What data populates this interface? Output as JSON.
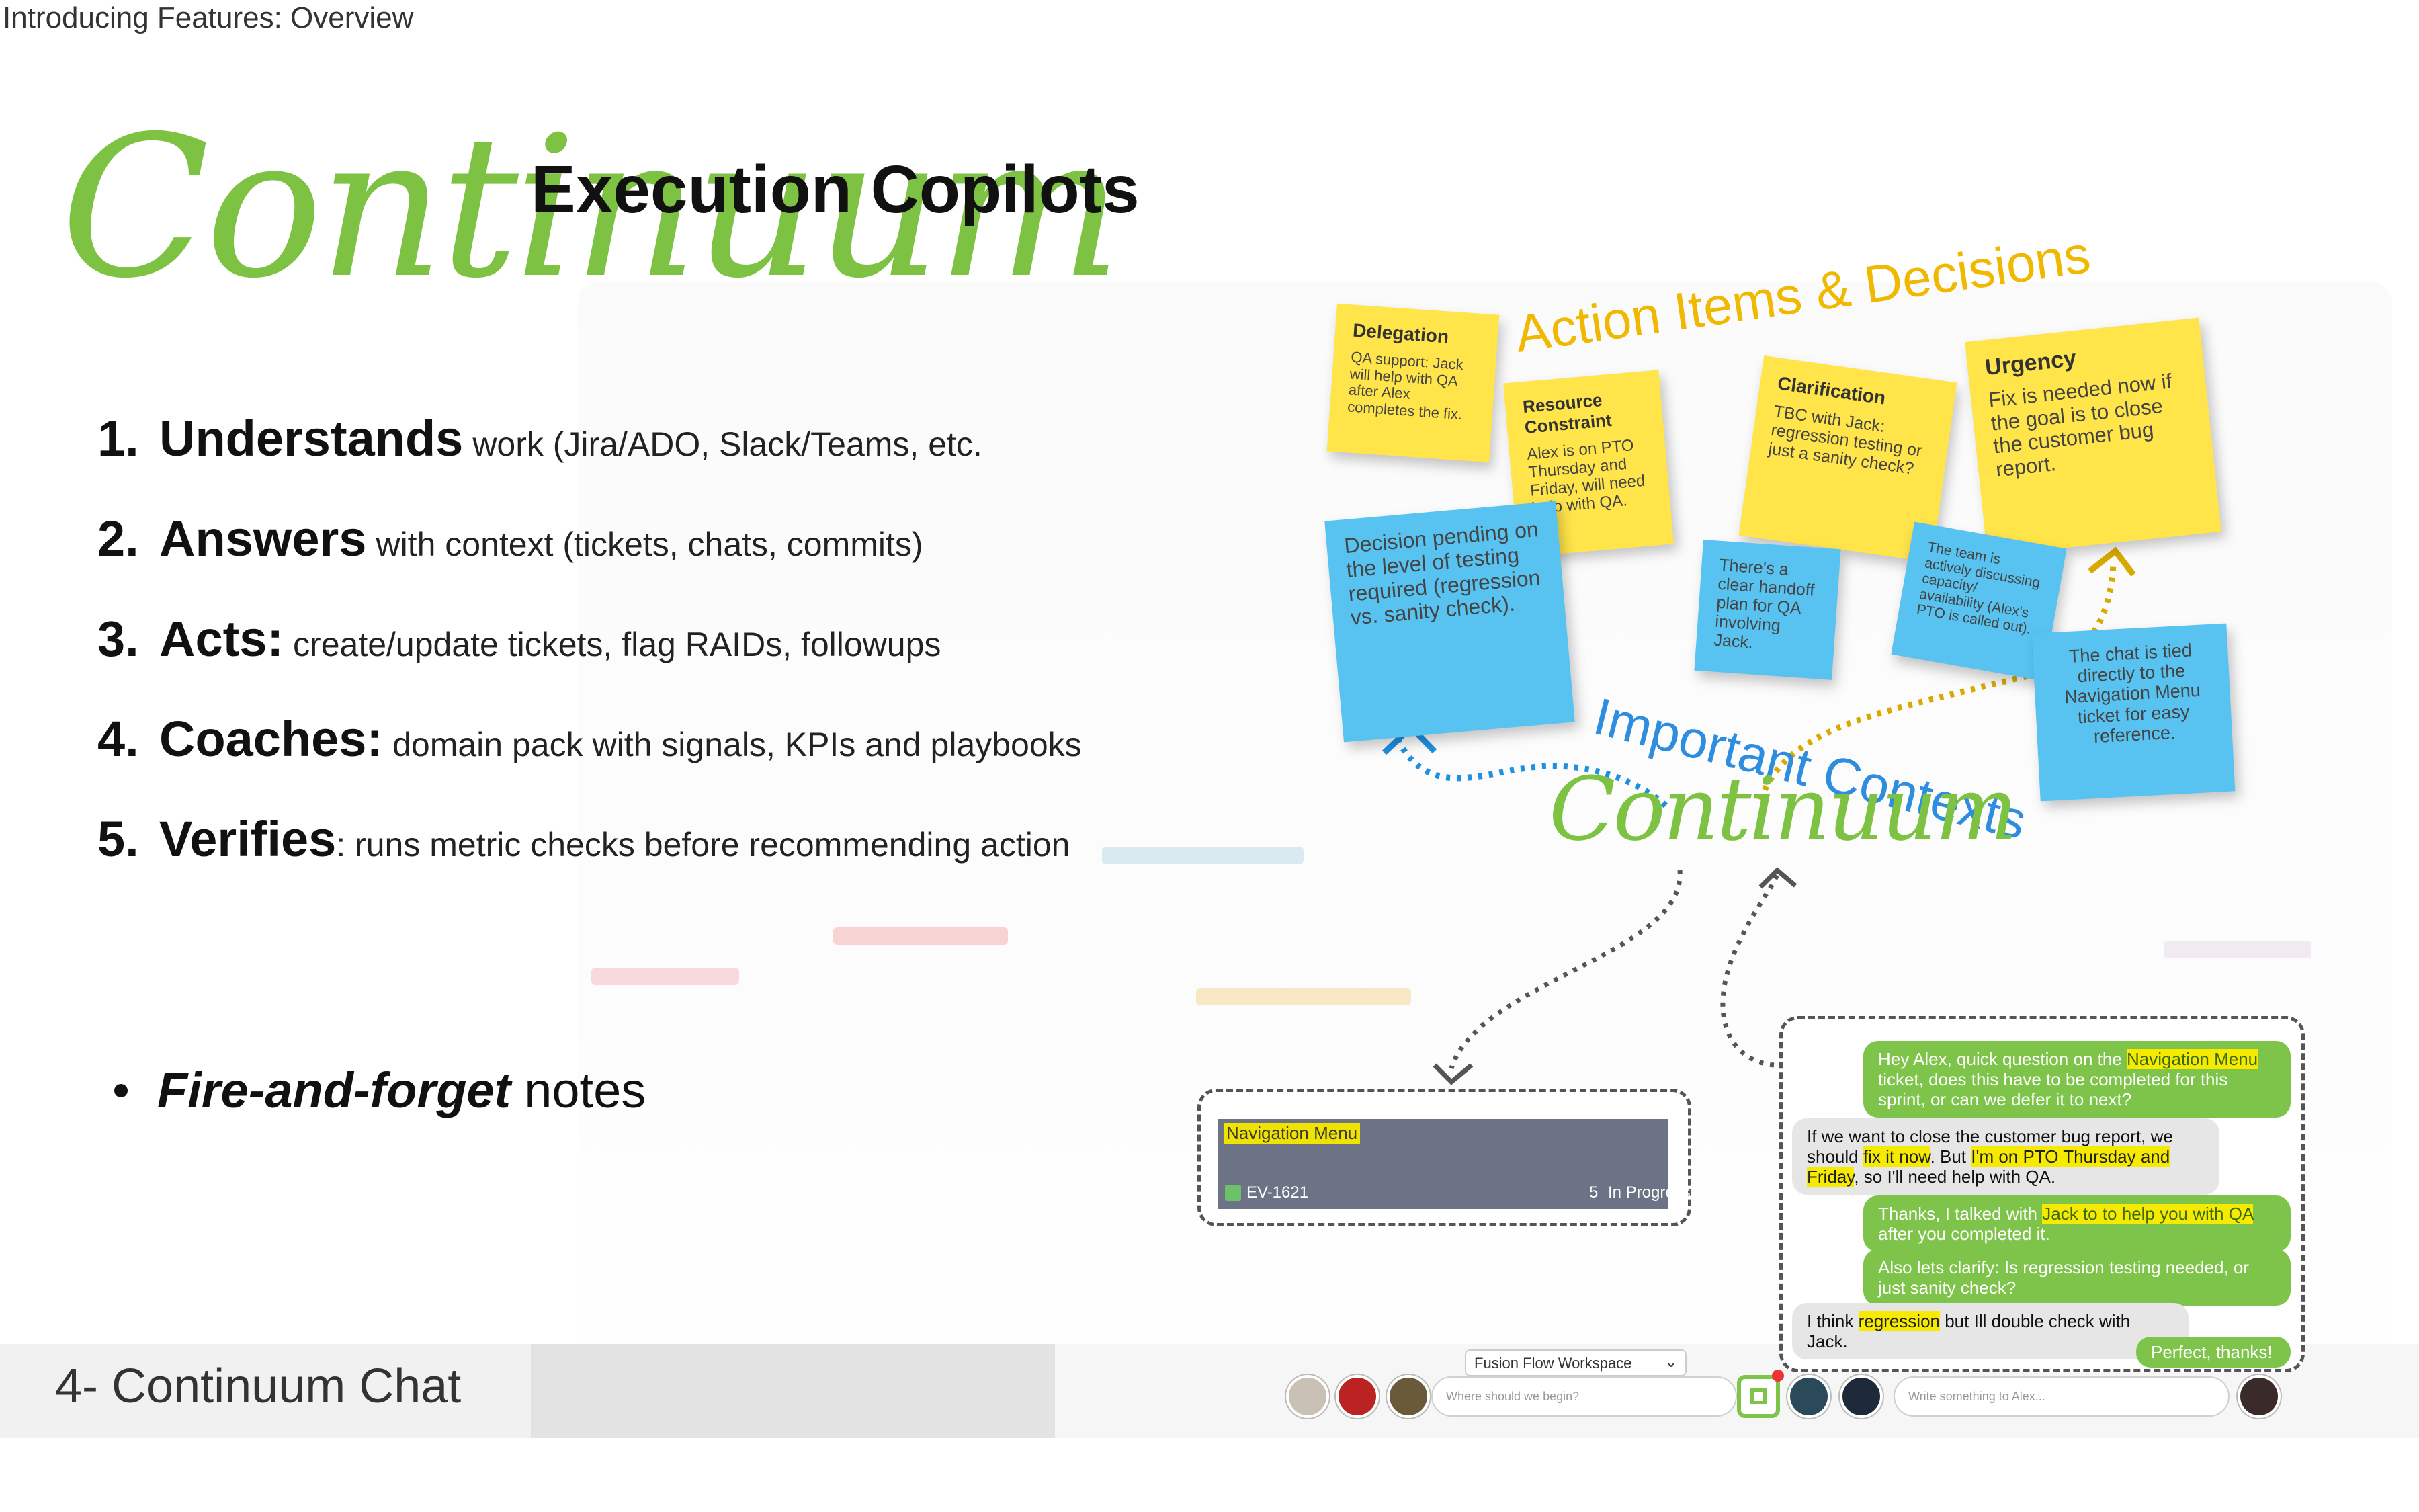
{
  "breadcrumb": "Introducing Features: Overview",
  "logo": {
    "script": "Continuum",
    "tagline": "Execution Copilots"
  },
  "features": [
    {
      "num": "1.",
      "head": "Understands",
      "desc": "work (Jira/ADO, Slack/Teams, etc."
    },
    {
      "num": "2.",
      "head": "Answers",
      "desc": "with context (tickets, chats, commits)"
    },
    {
      "num": "3.",
      "head": "Acts:",
      "desc": "create/update tickets, flag RAIDs, followups"
    },
    {
      "num": "4.",
      "head": "Coaches:",
      "desc": "domain pack with signals, KPIs and playbooks"
    },
    {
      "num": "5.",
      "head": "Verifies",
      "desc": ": runs metric checks before recommending action"
    }
  ],
  "bullet": {
    "emphasis": "Fire-and-forget",
    "rest": "notes"
  },
  "footer": {
    "label": "4- Continuum Chat"
  },
  "diagram": {
    "action_heading": "Action Items & Decisions",
    "context_heading": "Important Contexts",
    "center_logo": "Continuum",
    "yellow_notes": [
      {
        "title": "Delegation",
        "text": "QA support: Jack will help with QA after Alex completes the fix."
      },
      {
        "title": "Resource Constraint",
        "text": "Alex is on PTO Thursday and Friday, will need help with QA."
      },
      {
        "title": "Clarification",
        "text": "TBC with Jack: regression testing or just a sanity check?"
      },
      {
        "title": "Urgency",
        "text": "Fix is needed now if the goal is to close the customer bug report."
      }
    ],
    "blue_notes": [
      {
        "text": "Decision pending on the level of testing required (regression vs. sanity check)."
      },
      {
        "text": "There's a clear handoff plan for QA involving Jack."
      },
      {
        "text": "The team is actively discussing capacity/ availability (Alex's PTO is called out)."
      },
      {
        "text": "The chat is tied directly to the Navigation Menu ticket for easy reference."
      }
    ]
  },
  "ticket": {
    "name": "Navigation Menu",
    "id": "EV-1621",
    "points": "5",
    "status": "In Progress"
  },
  "chat": {
    "m1": {
      "a": "Hey Alex, quick question on the ",
      "hl": "Navigation Menu",
      "b": " ticket, does this have to be completed for this sprint, or can we defer it to next?"
    },
    "m2": {
      "a": "If we want to close the customer bug report, we should ",
      "hl1": "fix it now",
      "mid": ". But ",
      "hl2": "I'm on PTO Thursday and Friday",
      "b": ", so I'll need help with QA."
    },
    "m3": {
      "a": "Thanks, I talked with ",
      "hl": "Jack to to help you with QA",
      "b": " after you completed it."
    },
    "m4": {
      "text": "Also lets clarify: Is regression testing needed, or just sanity check?"
    },
    "m5": {
      "a": "I think ",
      "hl": "regression",
      "b": " but Ill double check with Jack."
    },
    "m6": {
      "text": "Perfect, thanks!"
    }
  },
  "toolbar": {
    "workspace": "Fusion Flow Workspace",
    "left_placeholder": "Where should we begin?",
    "right_placeholder": "Write something to Alex..."
  },
  "colors": {
    "brand_green": "#7dc242",
    "sticky_yellow": "#ffe44a",
    "sticky_blue": "#58c3f0",
    "highlight": "#f6ea00"
  }
}
